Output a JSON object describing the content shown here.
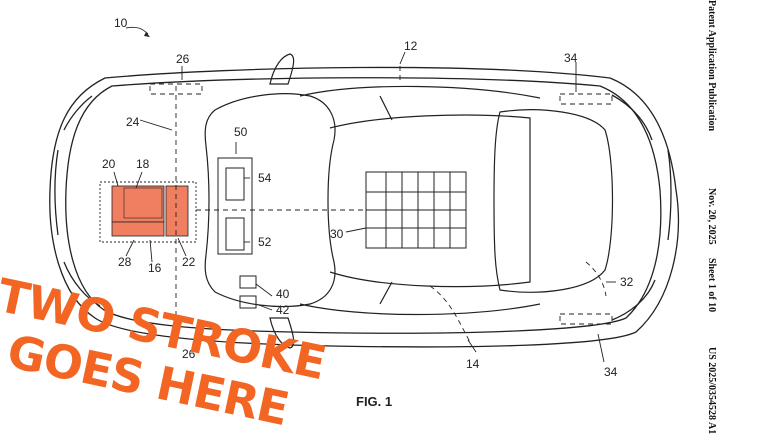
{
  "patent": {
    "header": {
      "publication_type": "Patent Application Publication",
      "date": "Nov. 20, 2025",
      "sheet": "Sheet 1 of 10",
      "number": "US 2025/0354528 A1"
    },
    "figure_label": "FIG. 1",
    "refs": {
      "r10": "10",
      "r12": "12",
      "r14": "14",
      "r16": "16",
      "r18": "18",
      "r20": "20",
      "r22": "22",
      "r24": "24",
      "r26": "26",
      "r28": "28",
      "r30": "30",
      "r32": "32",
      "r34a": "34",
      "r34b": "34",
      "r40": "40",
      "r42": "42",
      "r50": "50",
      "r52": "52",
      "r54": "54",
      "r26b": "26"
    }
  },
  "overlay": {
    "line1": "TWO STROKE",
    "line2": "GOES HERE",
    "color": "#f26522"
  },
  "colors": {
    "line": "#222222",
    "battery_fill": "#f07f62"
  }
}
